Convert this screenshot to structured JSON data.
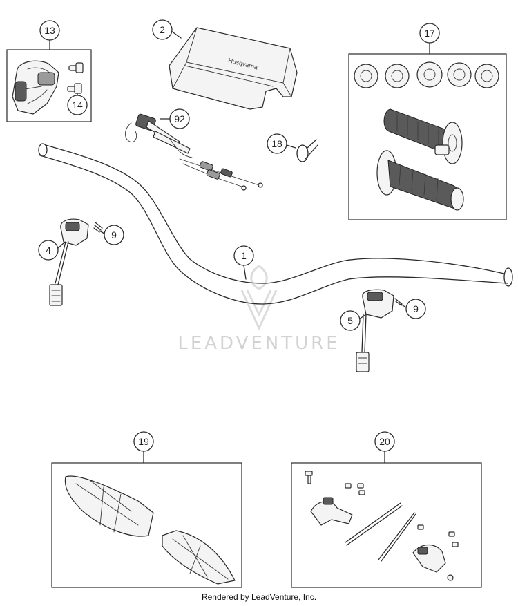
{
  "callouts": {
    "c1": "1",
    "c2": "2",
    "c4": "4",
    "c5": "5",
    "c9a": "9",
    "c9b": "9",
    "c13": "13",
    "c14": "14",
    "c17": "17",
    "c18": "18",
    "c19": "19",
    "c20": "20",
    "c92": "92"
  },
  "pad_logo_text": "Husqvarna",
  "watermark": {
    "text": "LEADVENTURE"
  },
  "footer": {
    "credit": "Rendered by LeadVenture, Inc."
  }
}
